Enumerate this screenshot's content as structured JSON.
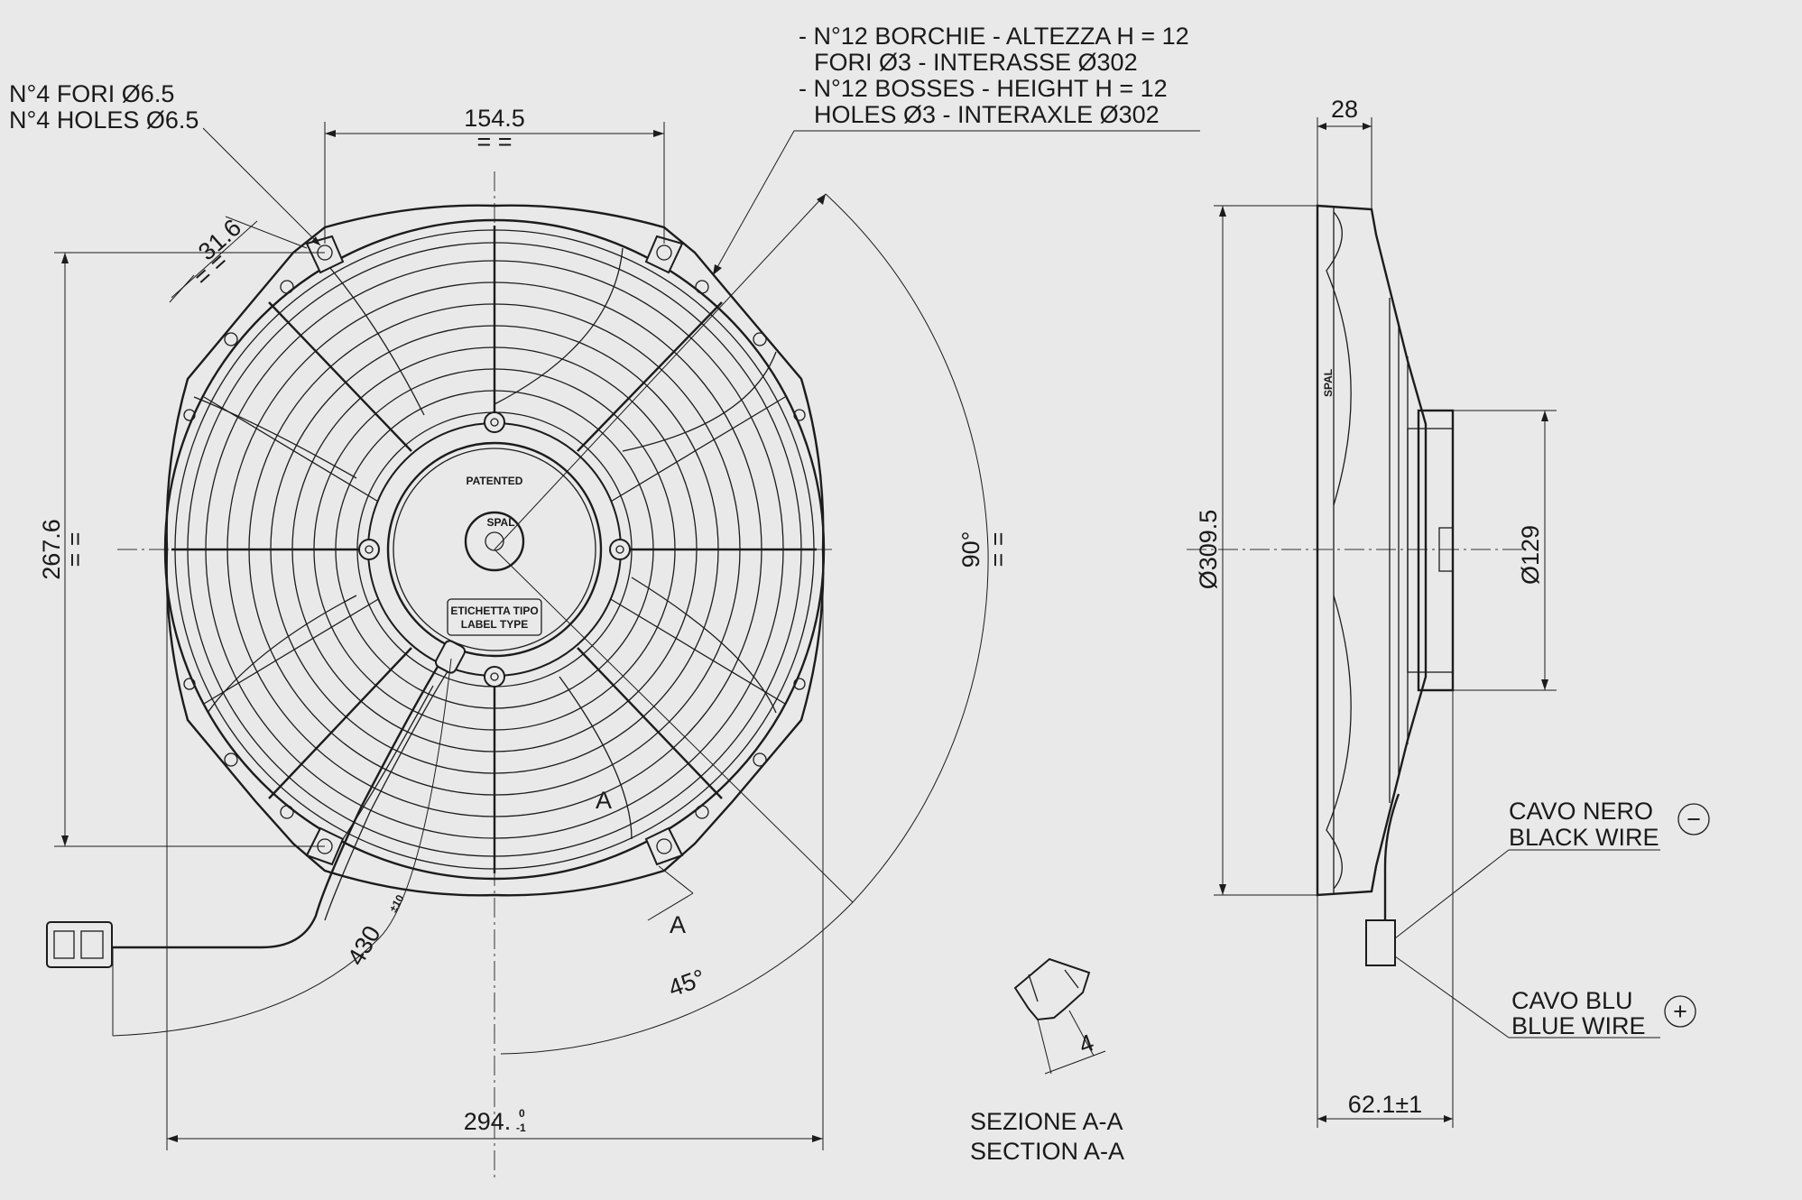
{
  "notes": {
    "holes_it": "N°4 FORI Ø6.5",
    "holes_en": "N°4 HOLES Ø6.5",
    "bosses_it_1": "- N°12 BORCHIE - ALTEZZA H = 12",
    "bosses_it_2": "FORI Ø3 - INTERASSE Ø302",
    "bosses_en_1": "- N°12 BOSSES - HEIGHT H = 12",
    "bosses_en_2": "HOLES Ø3 - INTERAXLE Ø302"
  },
  "dimensions": {
    "width_top": "154.5",
    "hole_spacing": "31.6",
    "height_left": "267.6",
    "angle_90": "90°",
    "angle_45": "45°",
    "cable_length": "430",
    "cable_tol": "±10",
    "overall_width": "294.",
    "overall_tol_upper": "0",
    "overall_tol_lower": "-1",
    "depth_top": "28",
    "diameter_outer": "Ø309.5",
    "diameter_motor": "Ø129",
    "depth_bottom": "62.1±1",
    "section_thickness": "4",
    "equal": "= ="
  },
  "hub": {
    "patented": "PATENTED",
    "brand": "SPAL",
    "label_1": "ETICHETTA TIPO",
    "label_2": "LABEL TYPE"
  },
  "section": {
    "marker": "A",
    "title_it": "SEZIONE A-A",
    "title_en": "SECTION A-A"
  },
  "wires": {
    "black_it": "CAVO NERO",
    "black_en": "BLACK WIRE",
    "black_sign": "−",
    "blue_it": "CAVO BLU",
    "blue_en": "BLUE WIRE",
    "blue_sign": "+"
  }
}
